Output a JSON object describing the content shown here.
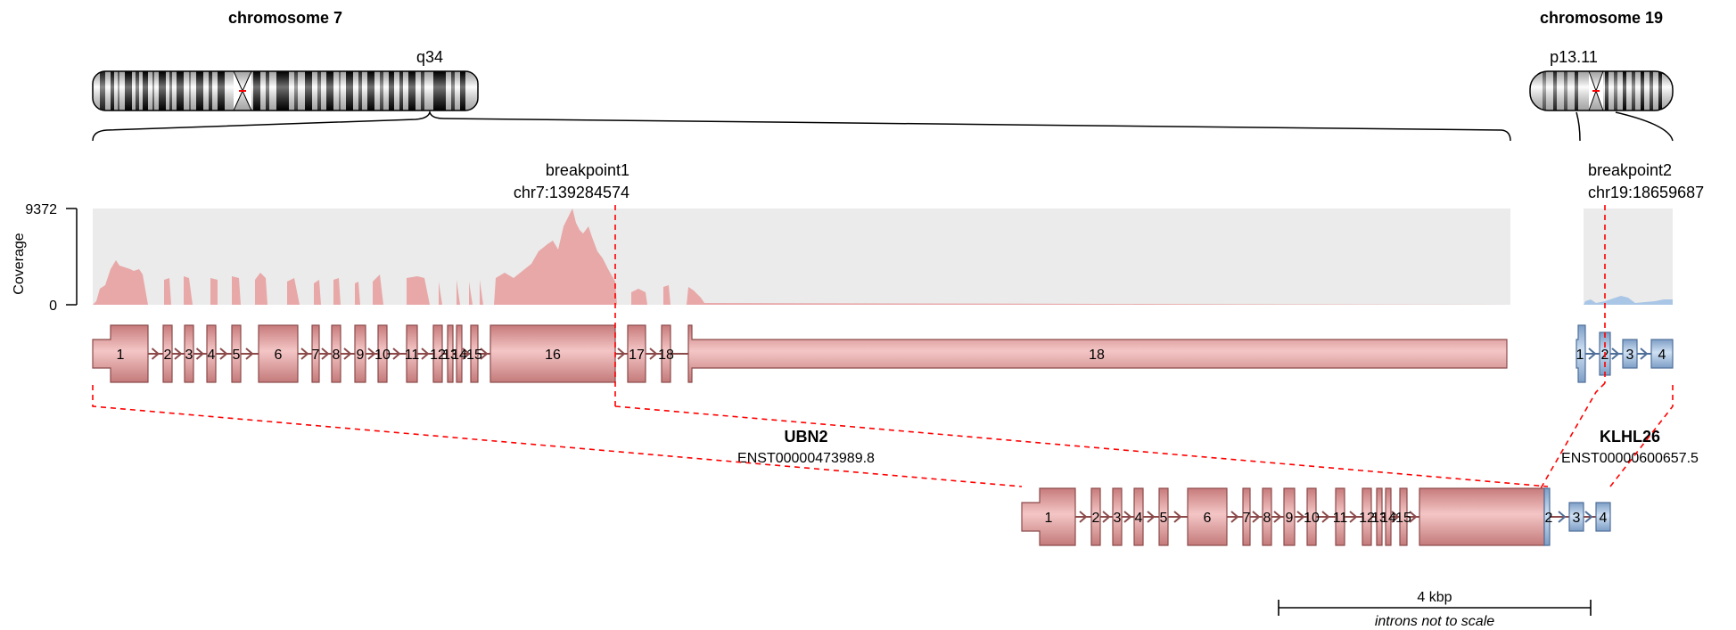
{
  "chromosomes": {
    "left": {
      "title": "chromosome 7",
      "band": "q34"
    },
    "right": {
      "title": "chromosome 19",
      "band": "p13.11"
    }
  },
  "breakpoints": {
    "bp1": {
      "label": "breakpoint1",
      "position": "chr7:139284574"
    },
    "bp2": {
      "label": "breakpoint2",
      "position": "chr19:18659687"
    }
  },
  "coverage": {
    "axis_label": "Coverage",
    "max": "9372",
    "min": "0"
  },
  "genes": {
    "gene1": {
      "name": "UBN2",
      "transcript": "ENST00000473989.8",
      "color": "#d48d8d",
      "edge": "#8c4a4a",
      "exons": [
        "1",
        "2",
        "3",
        "4",
        "5",
        "6",
        "7",
        "8",
        "9",
        "10",
        "11",
        "12",
        "13",
        "14",
        "15",
        "16",
        "17",
        "18"
      ]
    },
    "gene2": {
      "name": "KLHL26",
      "transcript": "ENST00000600657.5",
      "color": "#a7c1e0",
      "edge": "#4f6f99",
      "exons": [
        "1",
        "2",
        "3",
        "4"
      ]
    }
  },
  "fusion_exons": {
    "gene1": [
      "1",
      "2",
      "3",
      "4",
      "5",
      "6",
      "7",
      "8",
      "9",
      "10",
      "11",
      "12",
      "13",
      "14",
      "15"
    ],
    "gene2": [
      "2",
      "3",
      "4"
    ]
  },
  "scale": {
    "label": "4 kbp",
    "note": "introns not to scale"
  },
  "colors": {
    "breakpoint": "#ff0000",
    "coverage_bg": "#ebebeb",
    "coverage_gene1": "#e8a8a8",
    "coverage_gene2": "#aac6e6"
  }
}
